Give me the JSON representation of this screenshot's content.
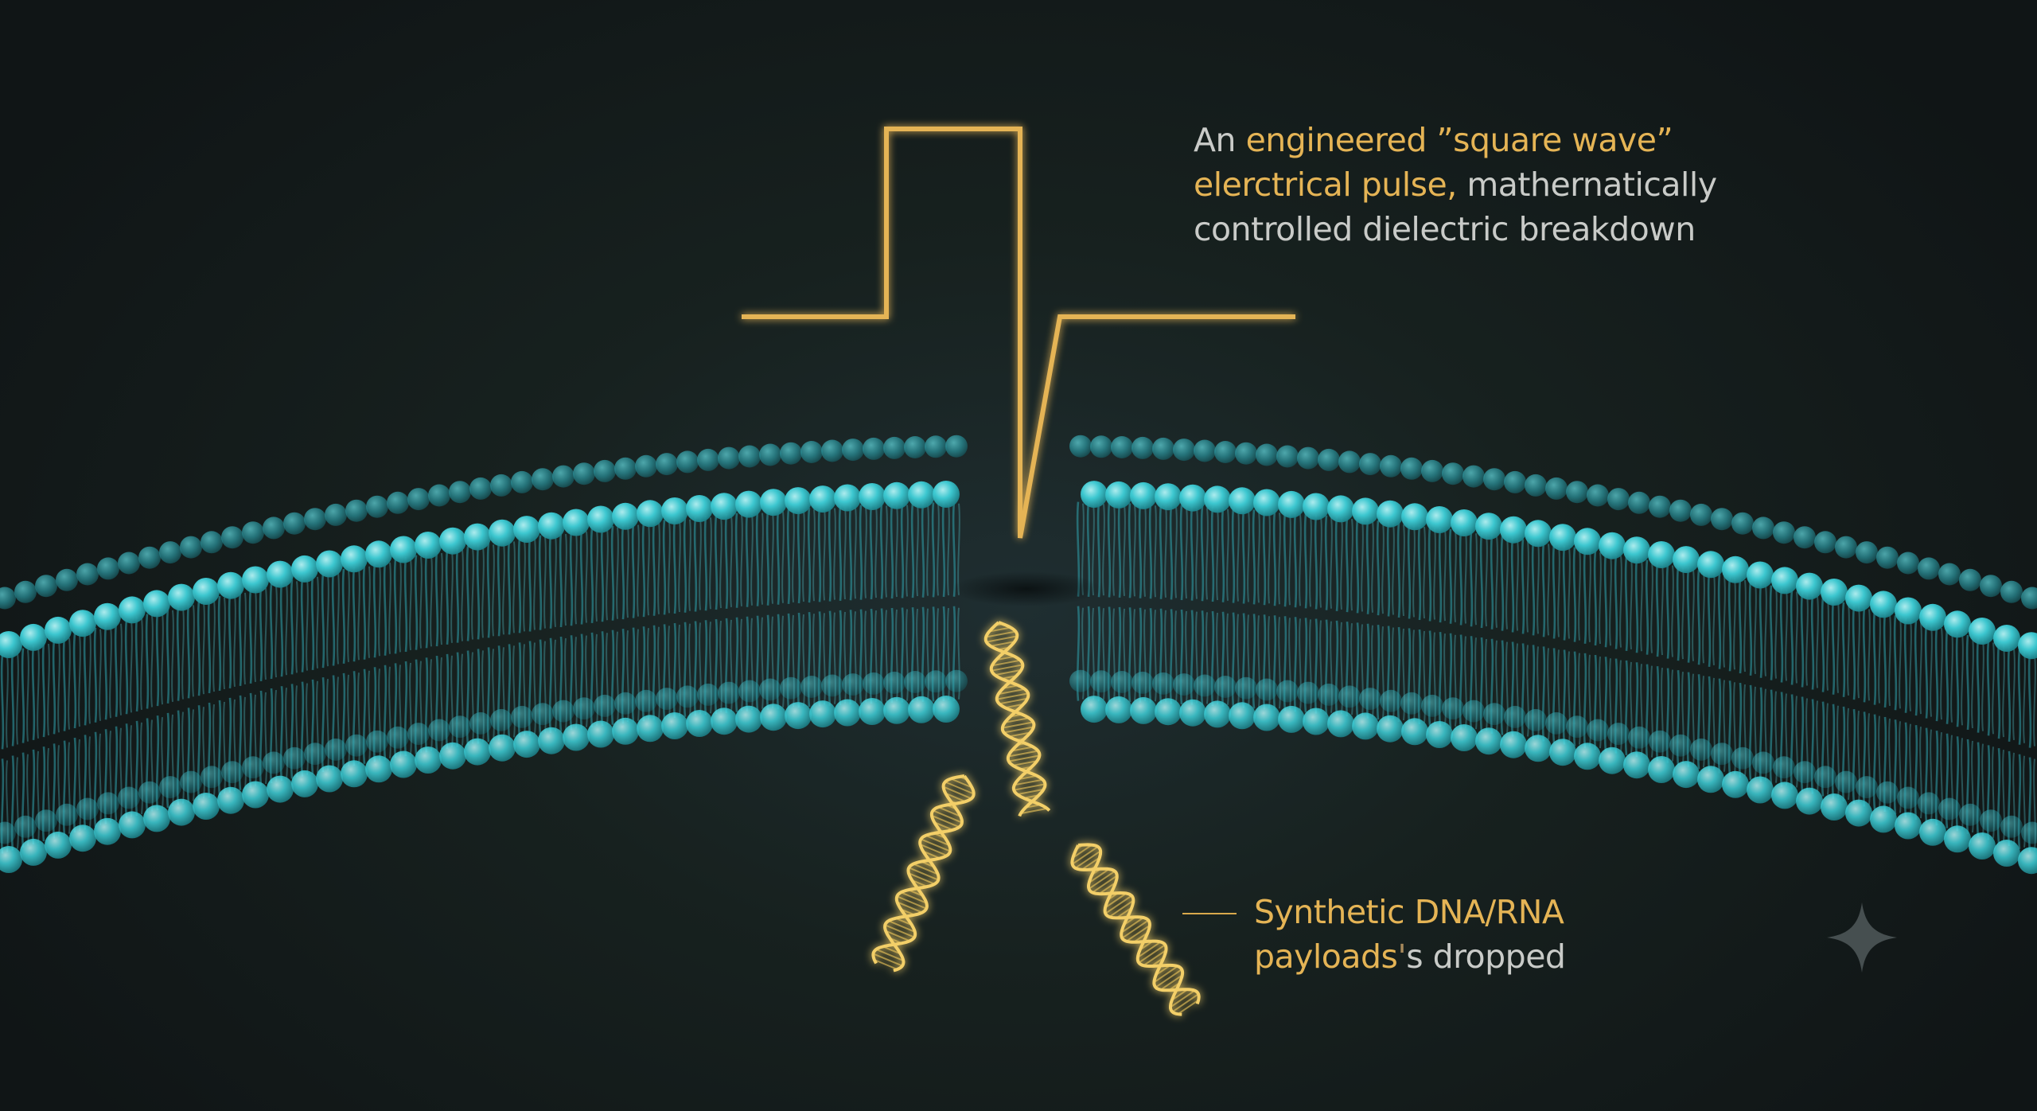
{
  "pulse_caption": {
    "line1_a": "An ",
    "line1_b": "engineered ”square wave”",
    "line2_a": "elerctrical pulse,",
    "line2_b": " mathernatically",
    "line3": "controlled dielectric breakdown"
  },
  "payload_caption": {
    "line1": "Synthetic DNA/RNA",
    "line2_a": "payloads",
    "line2_b": "'",
    "line2_c": "s dropped"
  },
  "icons": {
    "corner_mark": "sparkle-icon"
  },
  "colors": {
    "background": "#121a1c",
    "membrane_head": "#37c9d2",
    "membrane_tail": "#2fa3ad",
    "pulse": "#e5b455",
    "dna": "#f0c85a",
    "caption_text": "#c9cbc8",
    "caption_highlight": "#e5b455"
  }
}
